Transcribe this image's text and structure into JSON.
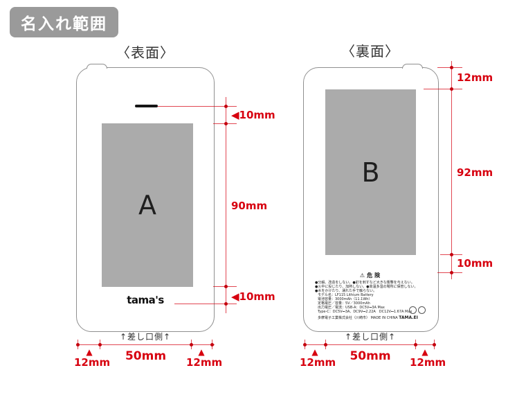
{
  "badge": {
    "label": "名入れ範囲"
  },
  "colors": {
    "accent": "#d7000f",
    "area_fill": "#ababab",
    "badge_bg": "#9a9a9a"
  },
  "glyphs": {
    "up_triangle": "▲"
  },
  "front": {
    "title": "〈表面〉",
    "area_label": "A",
    "logo": "tama's",
    "dims": {
      "top": "◀10mm",
      "height": "90mm",
      "bottom": "◀10mm",
      "left": "12mm",
      "width": "50mm",
      "right": "12mm"
    },
    "socket_note": "↑差し口側↑"
  },
  "back": {
    "title": "〈裏面〉",
    "area_label": "B",
    "dims": {
      "top": "12mm",
      "height": "92mm",
      "bottom": "10mm",
      "left": "12mm",
      "width": "50mm",
      "right": "12mm"
    },
    "socket_note": "↑差し口側↑",
    "warning_label": {
      "heading": "⚠危険",
      "cautions": [
        "●分解、改造をしない。●釘を刺すなど大きな衝撃を与えない。",
        "●火中に投じたり、加熱しない。●高温多湿の場所に保管しない。",
        "●水をかけたり、濡れた手で触らない。"
      ],
      "specs": [
        "モデル名：LF115 Lithium Battery",
        "電池容量：3000mAh（11.1Wh）",
        "定格電圧／容量：5V／3000mAh",
        "出力電圧／電流：USB-A：DC5V⎓3A Max",
        "Type-C：DC5V⎓3A、DC9V⎓2.22A　DC12V⎓1.67A Max"
      ],
      "footer": "多摩電子工業株式会社（川崎市） MADE IN CHINA",
      "brand": "TAMA.EI"
    }
  }
}
